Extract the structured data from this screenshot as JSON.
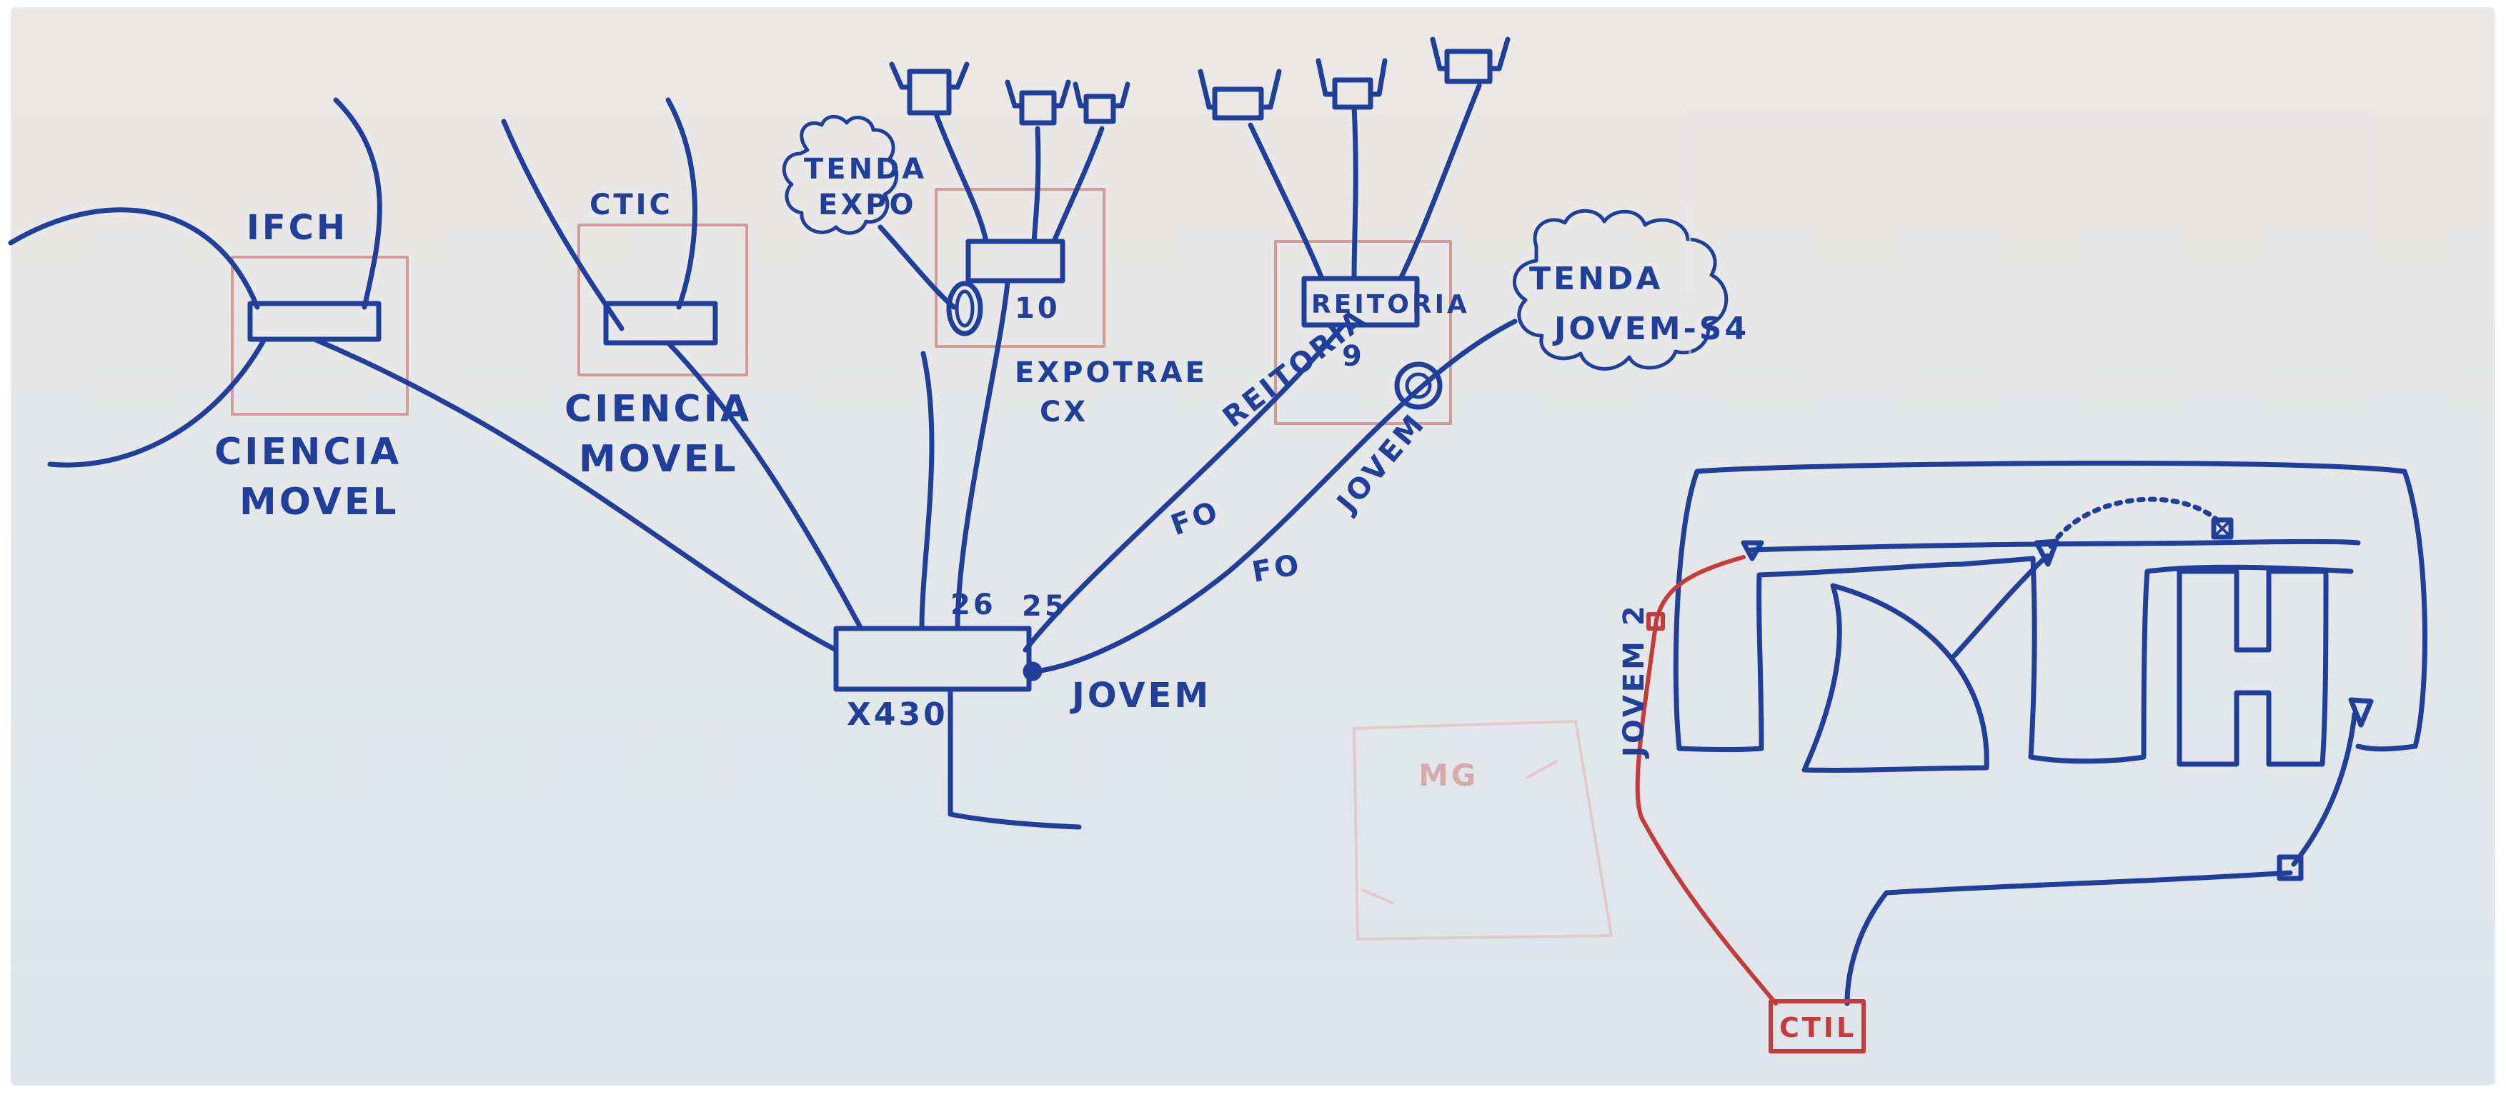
{
  "colors": {
    "board_top": "#ece8e6",
    "board_bottom": "#dde6ec",
    "ink_blue": "#1f3f9a",
    "ink_red": "#c53a3a",
    "box_outline": "#d69a9a"
  },
  "labels": {
    "ifch": "IFCH",
    "ciencia_movel_left": [
      "CIENCIA",
      "MOVEL"
    ],
    "ctic_top": "CTIC",
    "ciencia_movel_mid": [
      "CIENCIA",
      "MOVEL"
    ],
    "tenda_expo": [
      "TENDA",
      "EXPO"
    ],
    "port_10": "10",
    "expotrade": [
      "EXPOTRAE",
      "CX"
    ],
    "reitoria_box": "REITORIA",
    "port_9": "9",
    "reitoria_line": "REITORIA",
    "tenda_jovem": [
      "TENDA",
      "JOVEM-S4"
    ],
    "fo_1": "FO",
    "fo_2": "FO",
    "jovem_line": "JOVEM",
    "port_26": "26",
    "port_25": "25",
    "x430": "X430",
    "jovem_switch": "JOVEM",
    "jovem2": "JOVEM 2",
    "ctil": "CTIL",
    "mg_faded": "MG"
  }
}
